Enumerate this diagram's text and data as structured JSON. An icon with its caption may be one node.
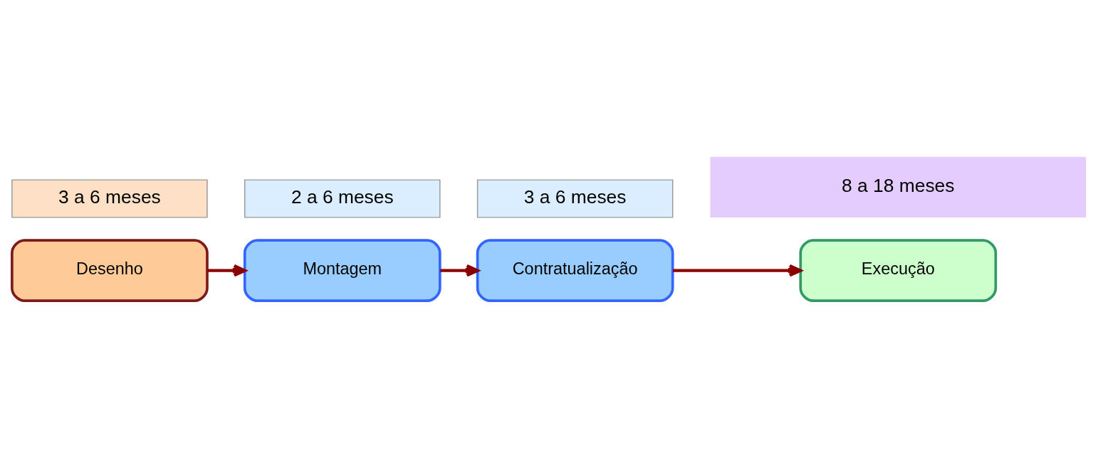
{
  "diagram": {
    "nodes": [
      {
        "text": [
          "Desenho"
        ],
        "beside": [
          "3 a 6 meses"
        ]
      },
      {
        "text": [
          "Montagem"
        ],
        "beside": [
          "2 a 6 meses"
        ]
      },
      {
        "text": [
          "Contratualização"
        ],
        "beside": [
          "3 a 6 meses"
        ]
      },
      {
        "text": [
          "Execução"
        ]
      }
    ],
    "edges": [
      {
        "from": 0,
        "to": 1,
        "arrow": "to"
      },
      {
        "from": 1,
        "to": 2,
        "arrow": "to"
      },
      {
        "from": 2,
        "to": 3,
        "arrow": "to"
      }
    ],
    "labels": [
      "8 a 18 meses"
    ]
  }
}
